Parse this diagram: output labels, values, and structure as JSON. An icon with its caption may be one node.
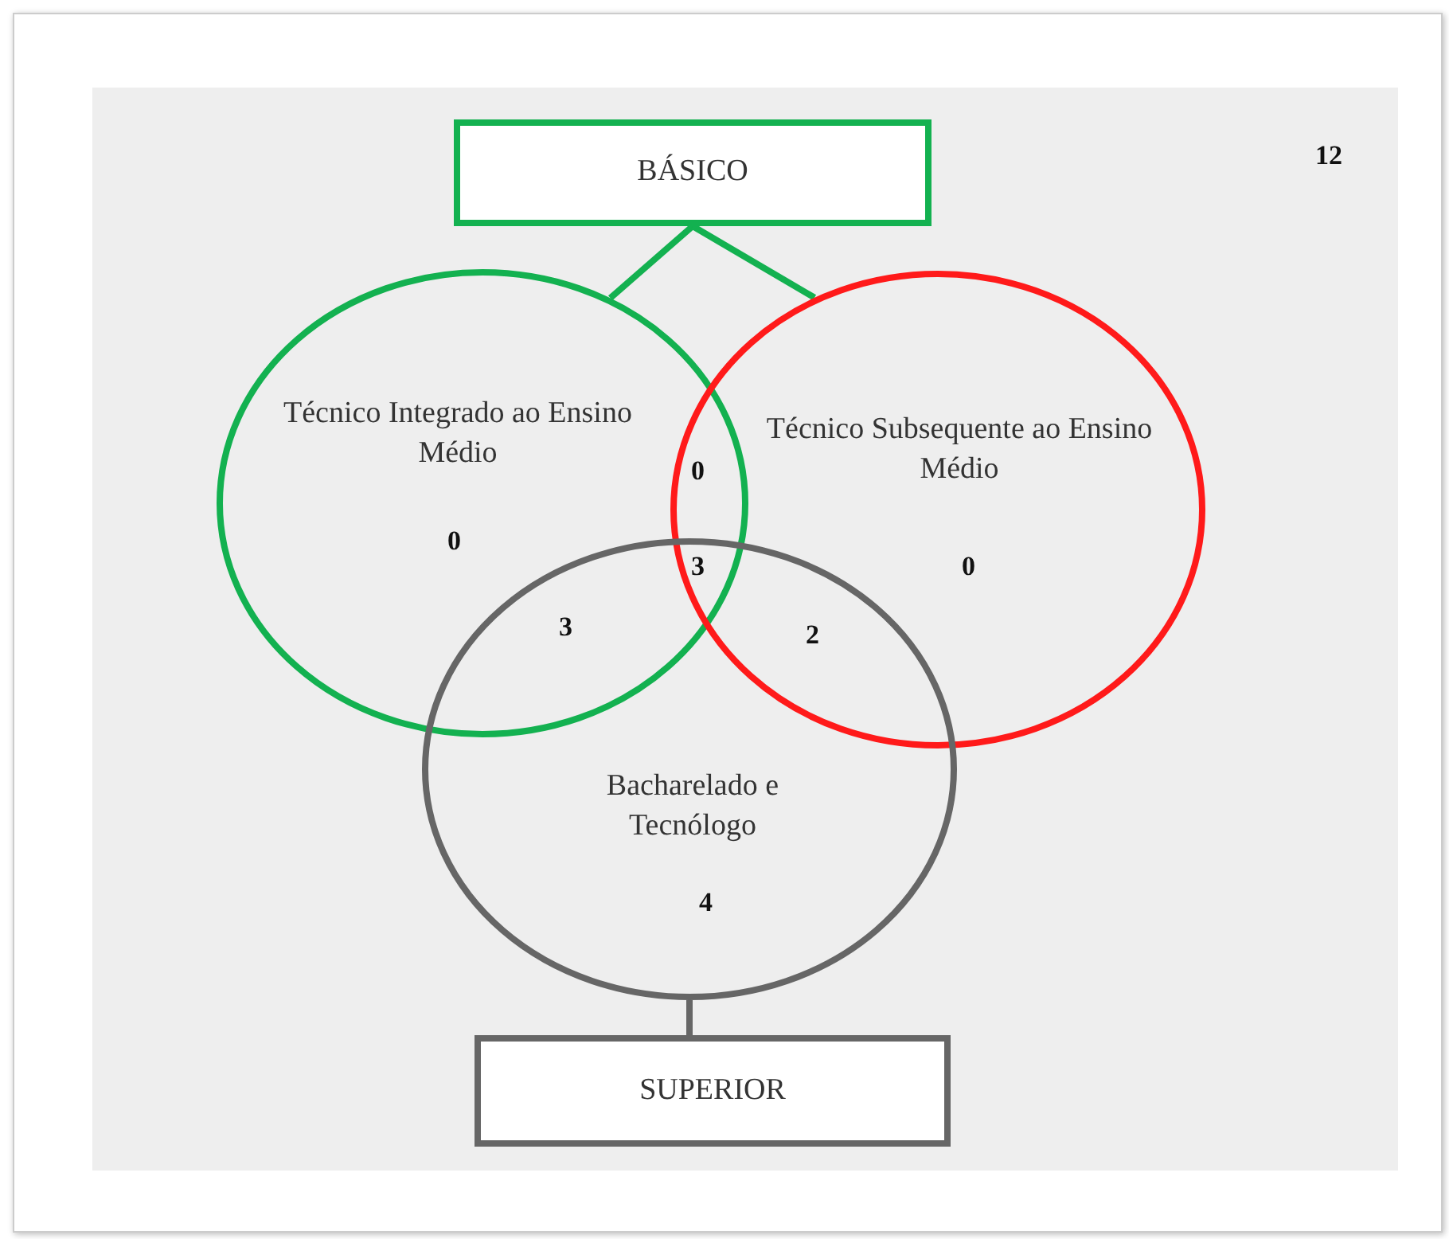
{
  "diagram": {
    "nodes": [
      {
        "text": [
          "BÁSICO"
        ]
      },
      {
        "text": [
          "Técnico Integrado ao Ensino Médio"
        ]
      },
      {
        "text": [
          "Técnico Subsequente ao Ensino Médio"
        ]
      },
      {
        "text": [
          "Bacharelado e Tecnólogo"
        ]
      },
      {
        "text": [
          "SUPERIOR"
        ]
      }
    ],
    "edges": [
      {
        "from": 0,
        "to": 1,
        "arrow": "none"
      },
      {
        "from": 0,
        "to": 2,
        "arrow": "none"
      },
      {
        "from": 3,
        "to": 4,
        "arrow": "none",
        "color": "#666666"
      }
    ],
    "labels": [
      "12",
      "0",
      "0",
      "3",
      "0",
      "3",
      "2",
      "4"
    ]
  }
}
